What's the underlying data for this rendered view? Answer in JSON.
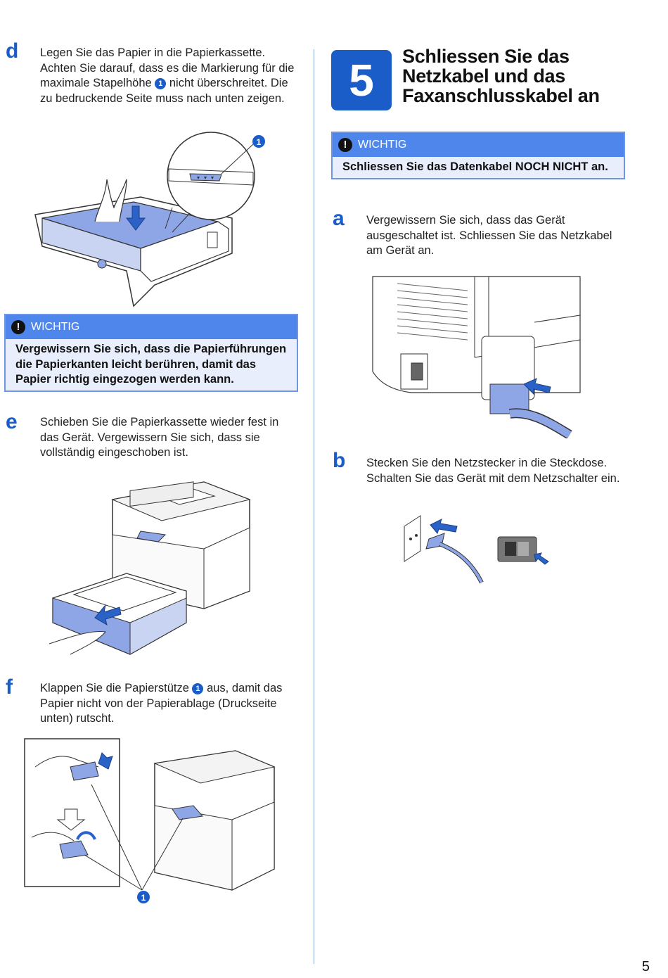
{
  "left": {
    "step_d": {
      "letter": "d",
      "text_before": "Legen Sie das Papier in die Papierkassette. Achten Sie darauf, dass es die Markierung für die maximale Stapelhöhe",
      "callout": "1",
      "text_after": "nicht überschreitet. Die zu bedruckende Seite muss nach unten zeigen.",
      "figure_callout": "1"
    },
    "warning_1": {
      "heading": "WICHTIG",
      "icon": "exclamation-icon",
      "text": "Vergewissern Sie sich, dass die Papierführungen die Papierkanten leicht berühren, damit das Papier richtig eingezogen werden kann."
    },
    "step_e": {
      "letter": "e",
      "text": "Schieben Sie die Papierkassette wieder fest in das Gerät. Vergewissern Sie sich, dass sie vollständig eingeschoben ist."
    },
    "step_f": {
      "letter": "f",
      "text_before": "Klappen Sie die Papierstütze",
      "callout": "1",
      "text_after": "aus, damit das Papier nicht von der Papierablage (Druckseite unten) rutscht.",
      "figure_callout": "1"
    }
  },
  "right": {
    "section": {
      "number": "5",
      "title": "Schliessen Sie das Netzkabel und das Faxanschlusskabel an"
    },
    "warning_2": {
      "heading": "WICHTIG",
      "icon": "exclamation-icon",
      "text": "Schliessen Sie das Datenkabel NOCH NICHT an."
    },
    "step_a": {
      "letter": "a",
      "text": "Vergewissern Sie sich, dass das Gerät ausgeschaltet ist. Schliessen Sie das Netzkabel am Gerät an."
    },
    "step_b": {
      "letter": "b",
      "text": "Stecken Sie den Netzstecker in die Steckdose. Schalten Sie das Gerät mit dem Netzschalter ein."
    }
  },
  "footer": {
    "page_number": "5"
  },
  "colors": {
    "accent": "#1a5dc8",
    "warning_header": "#4f86ec",
    "warning_body": "#e8eefb",
    "illustration_blue": "#8fa6e6"
  }
}
